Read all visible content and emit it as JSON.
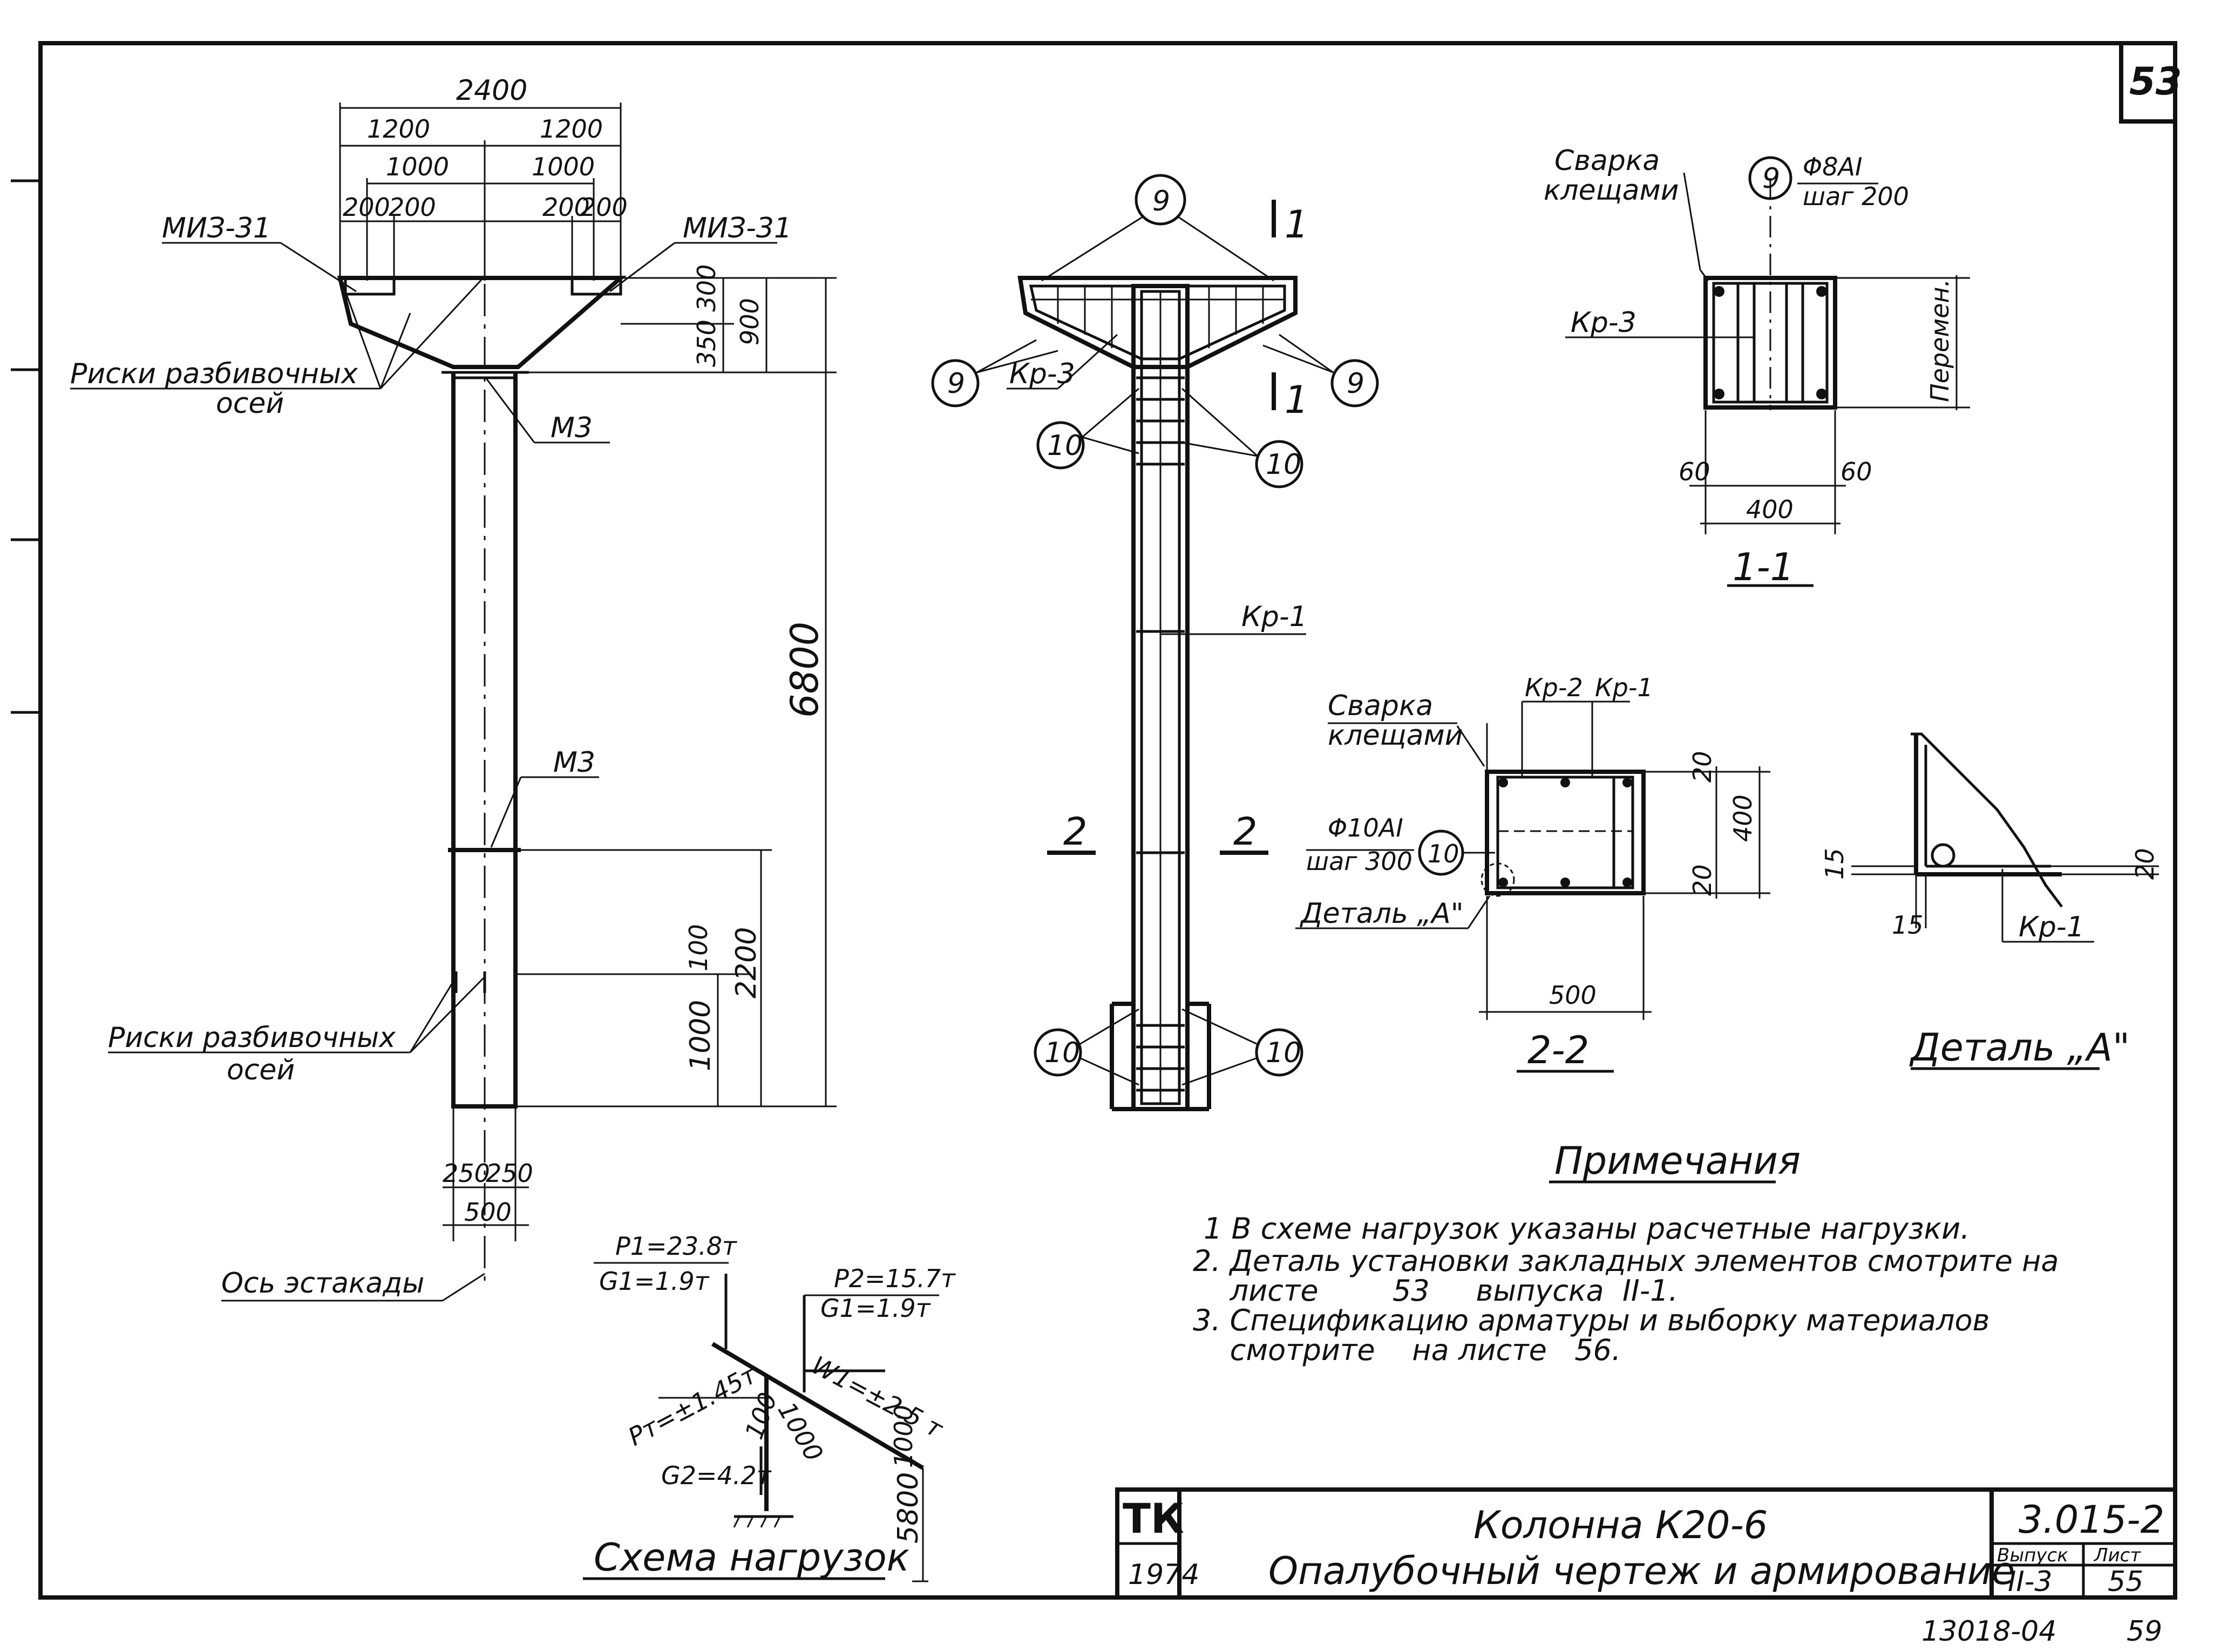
{
  "sheet_number": "53",
  "column_elevation": {
    "dims": {
      "total_width": "2400",
      "half_left": "1200",
      "half_right": "1200",
      "inner_left": "1000",
      "inner_right": "1000",
      "plate_l1": "200",
      "plate_l2": "200",
      "plate_r1": "200",
      "plate_r2": "200",
      "top_350": "350",
      "top_300": "300",
      "top_900": "900",
      "height_6800": "6800",
      "lower_2200": "2200",
      "lower_1000": "1000",
      "lower_100": "100",
      "bottom_250_l": "250",
      "bottom_250_r": "250",
      "bottom_500": "500"
    },
    "labels": {
      "miz_left": "МИЗ-31",
      "miz_right": "МИЗ-31",
      "riski_top": "Риски разбивочных",
      "riski_top_2": "осей",
      "m3_top": "М3",
      "m3_mid": "М3",
      "riski_bottom": "Риски разбивочных",
      "riski_bottom_2": "осей",
      "axis": "Ось эстакады"
    }
  },
  "reinforcement_view": {
    "callouts": {
      "c9_top": "9",
      "c9_left": "9",
      "c9_right": "9",
      "c10_left_top": "10",
      "c10_right_top": "10",
      "c10_left_bottom": "10",
      "c10_right_bottom": "10"
    },
    "labels": {
      "kr3": "Кр-3",
      "kr1": "Кр-1",
      "cut1_top": "1",
      "cut1_bottom": "1",
      "cut2_left": "2",
      "cut2_right": "2"
    }
  },
  "section_1_1": {
    "weld": "Сварка",
    "weld_2": "клещами",
    "callout": "9",
    "bar": "Φ8АI",
    "step": "шаг 200",
    "kr3": "Кр-3",
    "variable": "Перемен.",
    "dim_60_l": "60",
    "dim_60_r": "60",
    "dim_400": "400",
    "title": "1-1"
  },
  "section_2_2": {
    "weld": "Сварка",
    "weld_2": "клещами",
    "kr2": "Кр-2",
    "kr1": "Кр-1",
    "bar": "Φ10АI",
    "step": "шаг 300",
    "callout": "10",
    "detail_ref": "Деталь „А\"",
    "dim_400": "400",
    "dim_20_top": "20",
    "dim_20_bottom": "20",
    "dim_500": "500",
    "title": "2-2"
  },
  "detail_a": {
    "dim_15": "15",
    "dim_15_b": "15",
    "dim_20": "20",
    "kr1": "Кр-1",
    "title": "Деталь „А\""
  },
  "load_scheme": {
    "p1": "P1=23.8т",
    "g1_left": "G1=1.9т",
    "p2": "P2=15.7т",
    "g1_right": "G1=1.9т",
    "w1": "W1=±2.5 т",
    "pt": "Pт=±1.45т",
    "g2": "G2=4.2т",
    "d100": "100",
    "d1000": "1000",
    "d1000_b": "1000",
    "d5800": "5800",
    "title": "Схема нагрузок"
  },
  "notes": {
    "heading": "Примечания",
    "items": [
      "1  В схеме нагрузок указаны расчетные нагрузки.",
      "2. Деталь установки закладных элементов смотрите на",
      "    листе        53     выпуска  II-1.",
      "3. Спецификацию арматуры и выборку материалов",
      "    смотрите    на листе   56."
    ]
  },
  "title_block": {
    "logo": "ТК",
    "year": "1974",
    "name": "Колонна  К20-6",
    "description": "Опалубочный чертеж и армирование",
    "series": "3.015-2",
    "issue_label": "Выпуск",
    "sheet_label": "Лист",
    "issue": "II-3",
    "sheet": "55"
  },
  "footer": {
    "inventory": "13018-04",
    "page": "59"
  }
}
